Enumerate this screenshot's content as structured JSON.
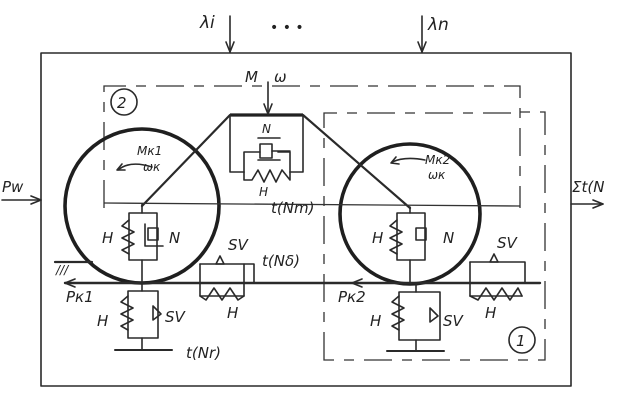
{
  "diagram": {
    "inputs_top": {
      "first": "λi",
      "ellipsis": "• • •",
      "last": "λn"
    },
    "left_input": "Pw",
    "right_output": "Σt(N",
    "moment": "M",
    "omega": "ω",
    "subsystem_labels": {
      "two": "2",
      "one": "1"
    },
    "wheel1": {
      "moment": "Mк1",
      "omega": "ωк"
    },
    "wheel2": {
      "moment": "Mк2",
      "omega": "ωк"
    },
    "element_labels": {
      "N": "N",
      "H": "H",
      "SV": "SV"
    },
    "time_labels": {
      "tm": "t(Nm)",
      "tb": "t(Nδ)",
      "tr": "t(Nr)"
    },
    "forces": {
      "pk1": "Pк1",
      "pk2": "Pк2"
    },
    "ground_hatch": "///"
  }
}
